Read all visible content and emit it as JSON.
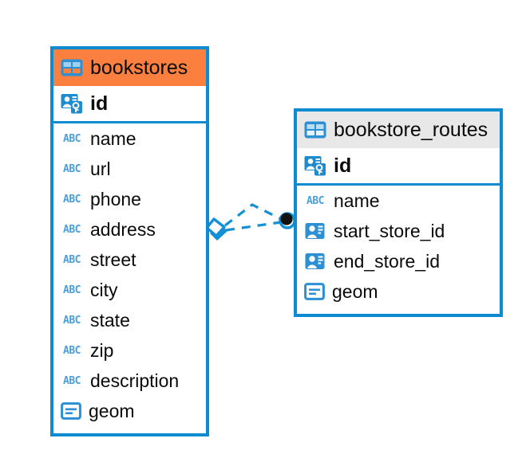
{
  "diagram": {
    "kind": "entity-relationship-diagram",
    "background_color": "#FFFFFF",
    "accent_color": "#FB8040",
    "line_color": "#0D8BD0",
    "neutral_header_color": "#E8E8E8",
    "endpoint_color": "#111111"
  },
  "entities": [
    {
      "id": "bookstores",
      "name": "bookstores",
      "header_style": "accent",
      "table_icon": "table-icon",
      "primary_key": {
        "label": "id",
        "icon": "primary-key-icon"
      },
      "fields": [
        {
          "label": "name",
          "icon": "abc-text-icon",
          "icon_text": "ABC"
        },
        {
          "label": "url",
          "icon": "abc-text-icon",
          "icon_text": "ABC"
        },
        {
          "label": "phone",
          "icon": "abc-text-icon",
          "icon_text": "ABC"
        },
        {
          "label": "address",
          "icon": "abc-text-icon",
          "icon_text": "ABC"
        },
        {
          "label": "street",
          "icon": "abc-text-icon",
          "icon_text": "ABC"
        },
        {
          "label": "city",
          "icon": "abc-text-icon",
          "icon_text": "ABC"
        },
        {
          "label": "state",
          "icon": "abc-text-icon",
          "icon_text": "ABC"
        },
        {
          "label": "zip",
          "icon": "abc-text-icon",
          "icon_text": "ABC"
        },
        {
          "label": "description",
          "icon": "abc-text-icon",
          "icon_text": "ABC"
        },
        {
          "label": "geom",
          "icon": "geometry-icon",
          "icon_text": ""
        }
      ]
    },
    {
      "id": "bookstore_routes",
      "name": "bookstore_routes",
      "header_style": "neutral",
      "table_icon": "table-icon",
      "primary_key": {
        "label": "id",
        "icon": "primary-key-icon"
      },
      "fields": [
        {
          "label": "name",
          "icon": "abc-text-icon",
          "icon_text": "ABC"
        },
        {
          "label": "start_store_id",
          "icon": "foreign-key-icon",
          "icon_text": ""
        },
        {
          "label": "end_store_id",
          "icon": "foreign-key-icon",
          "icon_text": ""
        },
        {
          "label": "geom",
          "icon": "geometry-icon",
          "icon_text": ""
        }
      ]
    }
  ],
  "relationship": {
    "from_entity": "bookstores",
    "to_entity": "bookstore_routes",
    "from_endpoint": "diamond-crows-foot-marker",
    "to_endpoint": "filled-circle-marker",
    "line_style": "dashed"
  }
}
